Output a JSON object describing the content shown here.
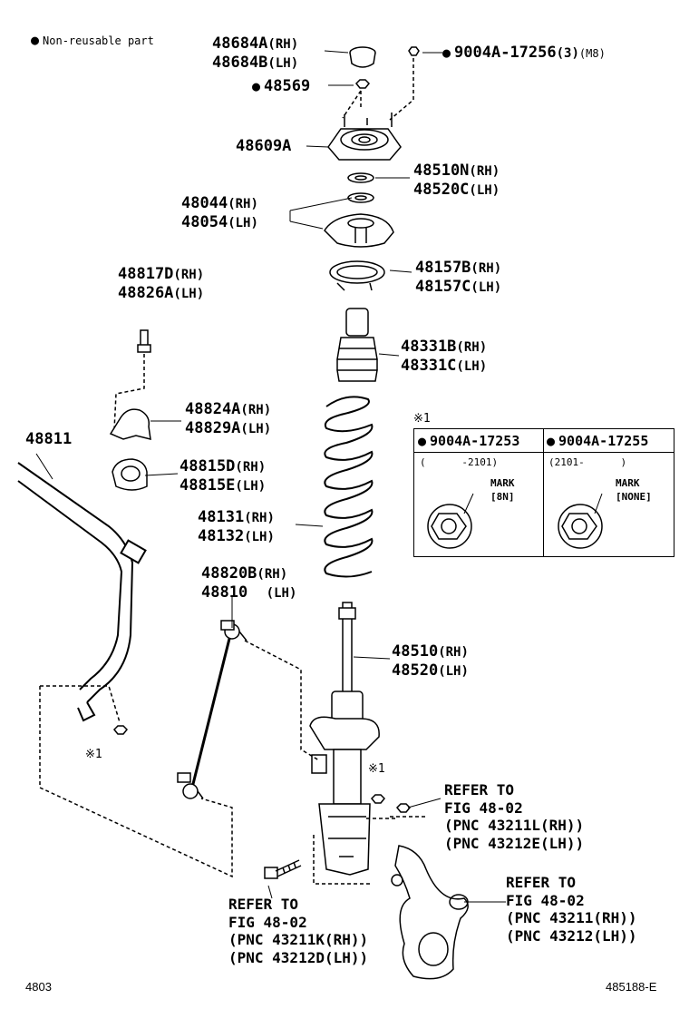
{
  "legend": {
    "text": "Non-reusable part"
  },
  "parts": {
    "p48684": [
      "48684A",
      "(RH)",
      "48684B",
      "(LH)"
    ],
    "p48569": "48569",
    "p9004A_17256": [
      "9004A-17256",
      "(3)",
      "(M8)"
    ],
    "p48609A": "48609A",
    "p48510N": [
      "48510N",
      "(RH)",
      "48520C",
      "(LH)"
    ],
    "p48044": [
      "48044",
      "(RH)",
      "48054",
      "(LH)"
    ],
    "p48157": [
      "48157B",
      "(RH)",
      "48157C",
      "(LH)"
    ],
    "p48817": [
      "48817D",
      "(RH)",
      "48826A",
      "(LH)"
    ],
    "p48331": [
      "48331B",
      "(RH)",
      "48331C",
      "(LH)"
    ],
    "p48824": [
      "48824A",
      "(RH)",
      "48829A",
      "(LH)"
    ],
    "p48811": "48811",
    "p48815": [
      "48815D",
      "(RH)",
      "48815E",
      "(LH)"
    ],
    "p48131": [
      "48131",
      "(RH)",
      "48132",
      "(LH)"
    ],
    "p48820": [
      "48820B",
      "(RH)",
      "48810",
      "(LH)"
    ],
    "p48510": [
      "48510",
      "(RH)",
      "48520",
      "(LH)"
    ]
  },
  "note_mark": "※1",
  "table": {
    "title": "※1",
    "col1": {
      "part": "9004A-17253",
      "range": "(      -2101)",
      "mark": "MARK\n[8N]"
    },
    "col2": {
      "part": "9004A-17255",
      "range": "(2101-      )",
      "mark": "MARK\n[NONE]"
    }
  },
  "refs": {
    "ref_upper": [
      "REFER TO",
      "FIG 48-02",
      "(PNC 43211L(RH))",
      "(PNC 43212E(LH))"
    ],
    "ref_right": [
      "REFER TO",
      "FIG 48-02",
      "(PNC 43211(RH))",
      "(PNC 43212(LH))"
    ],
    "ref_left": [
      "REFER TO",
      "FIG 48-02",
      "(PNC 43211K(RH))",
      "(PNC 43212D(LH))"
    ]
  },
  "footer": {
    "left": "4803",
    "right": "485188-E"
  }
}
